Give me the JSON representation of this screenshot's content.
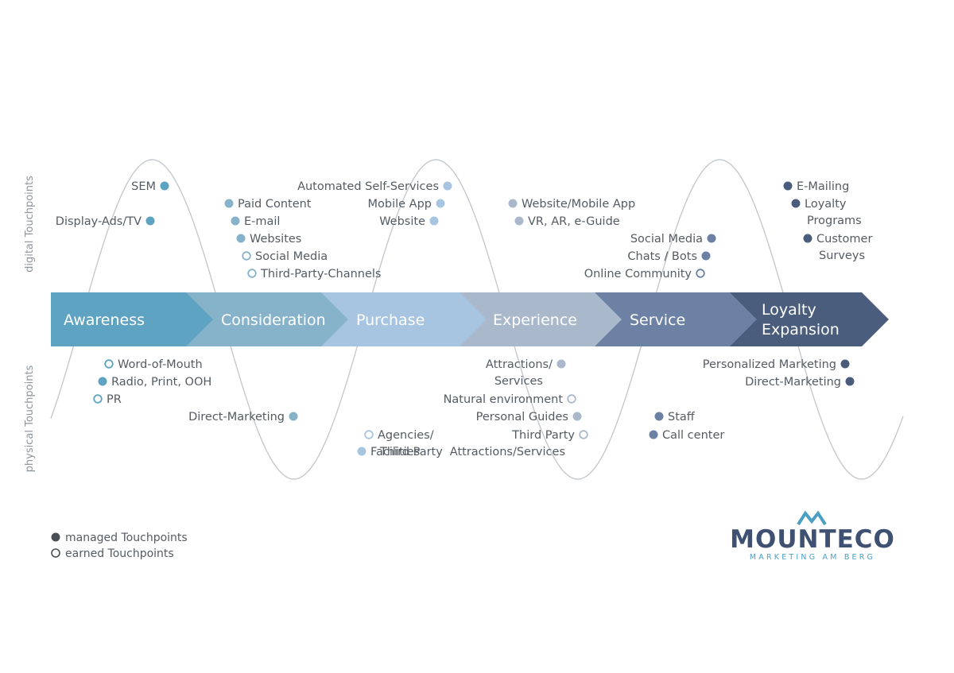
{
  "axis": {
    "digital": "digital Touchpoints",
    "physical": "physical Touchpoints"
  },
  "stages": [
    {
      "lines": [
        "Awareness"
      ],
      "color": "#5ea3c1"
    },
    {
      "lines": [
        "Consideration"
      ],
      "color": "#87b3ca"
    },
    {
      "lines": [
        "Purchase"
      ],
      "color": "#a7c5e1"
    },
    {
      "lines": [
        "Experience"
      ],
      "color": "#a9b9cb"
    },
    {
      "lines": [
        "Service"
      ],
      "color": "#6c81a3"
    },
    {
      "lines": [
        "Loyalty",
        "Expansion"
      ],
      "color": "#4a5d7c"
    }
  ],
  "touchpoints": {
    "digital": [
      {
        "lines": [
          "SEM"
        ],
        "type": "managed",
        "color": "#5ea3c1"
      },
      {
        "lines": [
          "Display-Ads/TV"
        ],
        "type": "managed",
        "color": "#5ea3c1"
      },
      {
        "lines": [
          "Paid Content"
        ],
        "type": "managed",
        "color": "#87b3ca"
      },
      {
        "lines": [
          "E-mail"
        ],
        "type": "managed",
        "color": "#87b3ca"
      },
      {
        "lines": [
          "Websites"
        ],
        "type": "managed",
        "color": "#87b3ca"
      },
      {
        "lines": [
          "Social Media"
        ],
        "type": "earned",
        "color": "#87b3ca"
      },
      {
        "lines": [
          "Third-Party-Channels"
        ],
        "type": "earned",
        "color": "#87b3ca"
      },
      {
        "lines": [
          "Automated Self-Services"
        ],
        "type": "managed",
        "color": "#a7c5e1"
      },
      {
        "lines": [
          "Mobile App"
        ],
        "type": "managed",
        "color": "#a7c5e1"
      },
      {
        "lines": [
          "Website"
        ],
        "type": "managed",
        "color": "#a7c5e1"
      },
      {
        "lines": [
          "Website/Mobile App"
        ],
        "type": "managed",
        "color": "#a9b9cb"
      },
      {
        "lines": [
          "VR, AR, e-Guide"
        ],
        "type": "managed",
        "color": "#a9b9cb"
      },
      {
        "lines": [
          "Social Media"
        ],
        "type": "managed",
        "color": "#6c81a3"
      },
      {
        "lines": [
          "Chats / Bots"
        ],
        "type": "managed",
        "color": "#6c81a3"
      },
      {
        "lines": [
          "Online Community"
        ],
        "type": "earned",
        "color": "#6c81a3"
      },
      {
        "lines": [
          "E-Mailing"
        ],
        "type": "managed",
        "color": "#4a5d7c"
      },
      {
        "lines": [
          "Loyalty",
          "Programs"
        ],
        "type": "managed",
        "color": "#4a5d7c"
      },
      {
        "lines": [
          "Customer",
          "Surveys"
        ],
        "type": "managed",
        "color": "#4a5d7c"
      }
    ],
    "physical": [
      {
        "lines": [
          "Word-of-Mouth"
        ],
        "type": "earned",
        "color": "#5ea3c1"
      },
      {
        "lines": [
          "Radio, Print, OOH"
        ],
        "type": "managed",
        "color": "#5ea3c1"
      },
      {
        "lines": [
          "PR"
        ],
        "type": "earned",
        "color": "#5ea3c1"
      },
      {
        "lines": [
          "Direct-Marketing"
        ],
        "type": "managed",
        "color": "#87b3ca"
      },
      {
        "lines": [
          "Agencies/",
          "Third Party"
        ],
        "type": "earned",
        "color": "#a7c5e1"
      },
      {
        "lines": [
          "Facilities"
        ],
        "type": "managed",
        "color": "#a7c5e1"
      },
      {
        "lines": [
          "Attractions/",
          "Services"
        ],
        "type": "managed",
        "color": "#a9b9cb"
      },
      {
        "lines": [
          "Natural environment"
        ],
        "type": "earned",
        "color": "#a9b9cb"
      },
      {
        "lines": [
          "Personal Guides"
        ],
        "type": "managed",
        "color": "#a9b9cb"
      },
      {
        "lines": [
          "Third Party",
          "Attractions/Services"
        ],
        "type": "earned",
        "color": "#a9b9cb"
      },
      {
        "lines": [
          "Staff"
        ],
        "type": "managed",
        "color": "#6c81a3"
      },
      {
        "lines": [
          "Call center"
        ],
        "type": "managed",
        "color": "#6c81a3"
      },
      {
        "lines": [
          "Personalized Marketing"
        ],
        "type": "managed",
        "color": "#4a5d7c"
      },
      {
        "lines": [
          "Direct-Marketing"
        ],
        "type": "managed",
        "color": "#4a5d7c"
      }
    ]
  },
  "legend": {
    "managed": "managed Touchpoints",
    "earned": "earned Touchpoints"
  },
  "logo": {
    "name": "MOUNTECO",
    "tagline": "MARKETING AM BERG",
    "name_color": "#3f5172",
    "accent_color": "#4a9fc2"
  }
}
